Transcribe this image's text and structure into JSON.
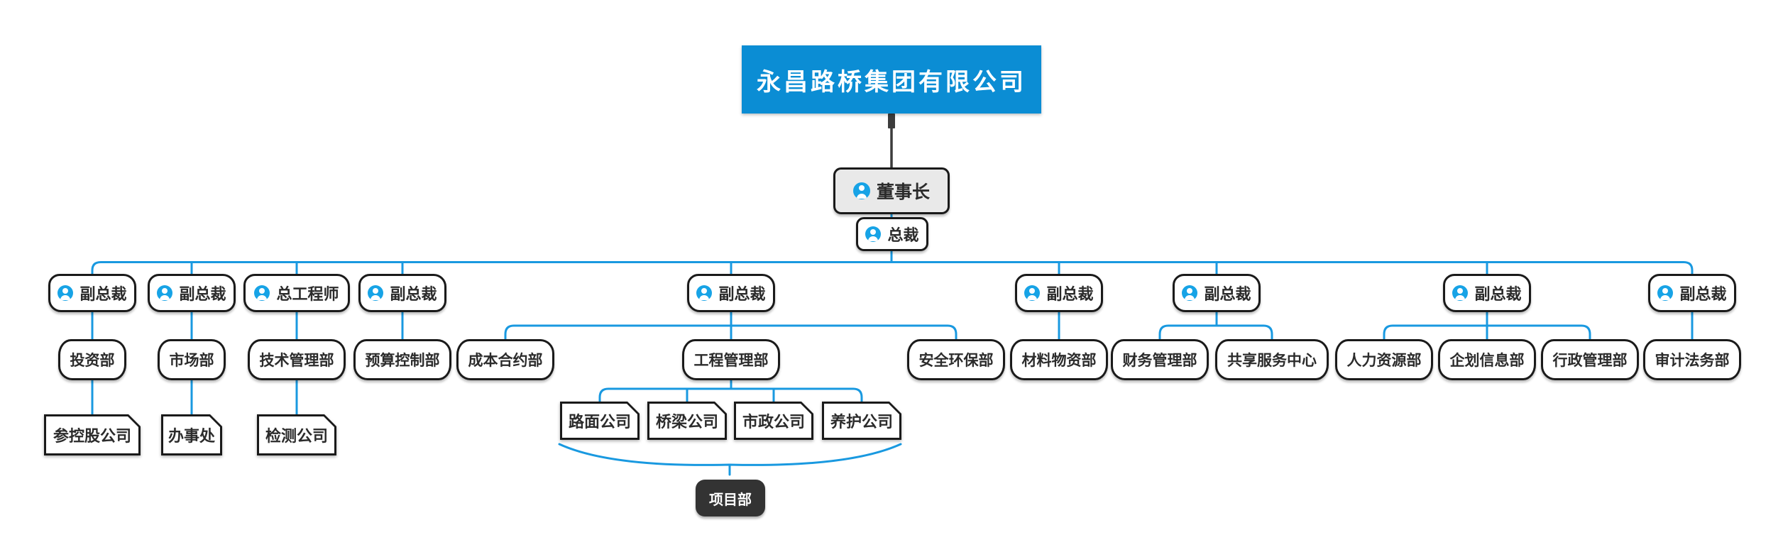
{
  "colors": {
    "title_bg": "#0b8dd4",
    "connector_blue": "#1999e0",
    "connector_dark": "#3c3c3c",
    "icon_blue": "#17a3e6",
    "node_border": "#1a1a1a",
    "chairman_bg": "#e9e9e9",
    "project_bg": "#333333"
  },
  "org": {
    "title": "永昌路桥集团有限公司",
    "chairman": "董事长",
    "president": "总裁",
    "executives": {
      "vp1": "副总裁",
      "vp2": "副总裁",
      "chief_engineer": "总工程师",
      "vp3": "副总裁",
      "vp4": "副总裁",
      "vp5": "副总裁",
      "vp6": "副总裁",
      "vp7": "副总裁",
      "vp8": "副总裁"
    },
    "departments": {
      "investment": "投资部",
      "market": "市场部",
      "tech_mgmt": "技术管理部",
      "budget_control": "预算控制部",
      "cost_contract": "成本合约部",
      "engineering_mgmt": "工程管理部",
      "safety_env": "安全环保部",
      "materials": "材料物资部",
      "finance_mgmt": "财务管理部",
      "shared_services": "共享服务中心",
      "human_resources": "人力资源部",
      "planning_info": "企划信息部",
      "admin_mgmt": "行政管理部",
      "audit_legal": "审计法务部"
    },
    "subsidiaries": {
      "holding": "参控股公司",
      "office": "办事处",
      "testing": "检测公司",
      "road": "路面公司",
      "bridge": "桥梁公司",
      "municipal": "市政公司",
      "maintenance": "养护公司"
    },
    "project_dept": "项目部"
  }
}
